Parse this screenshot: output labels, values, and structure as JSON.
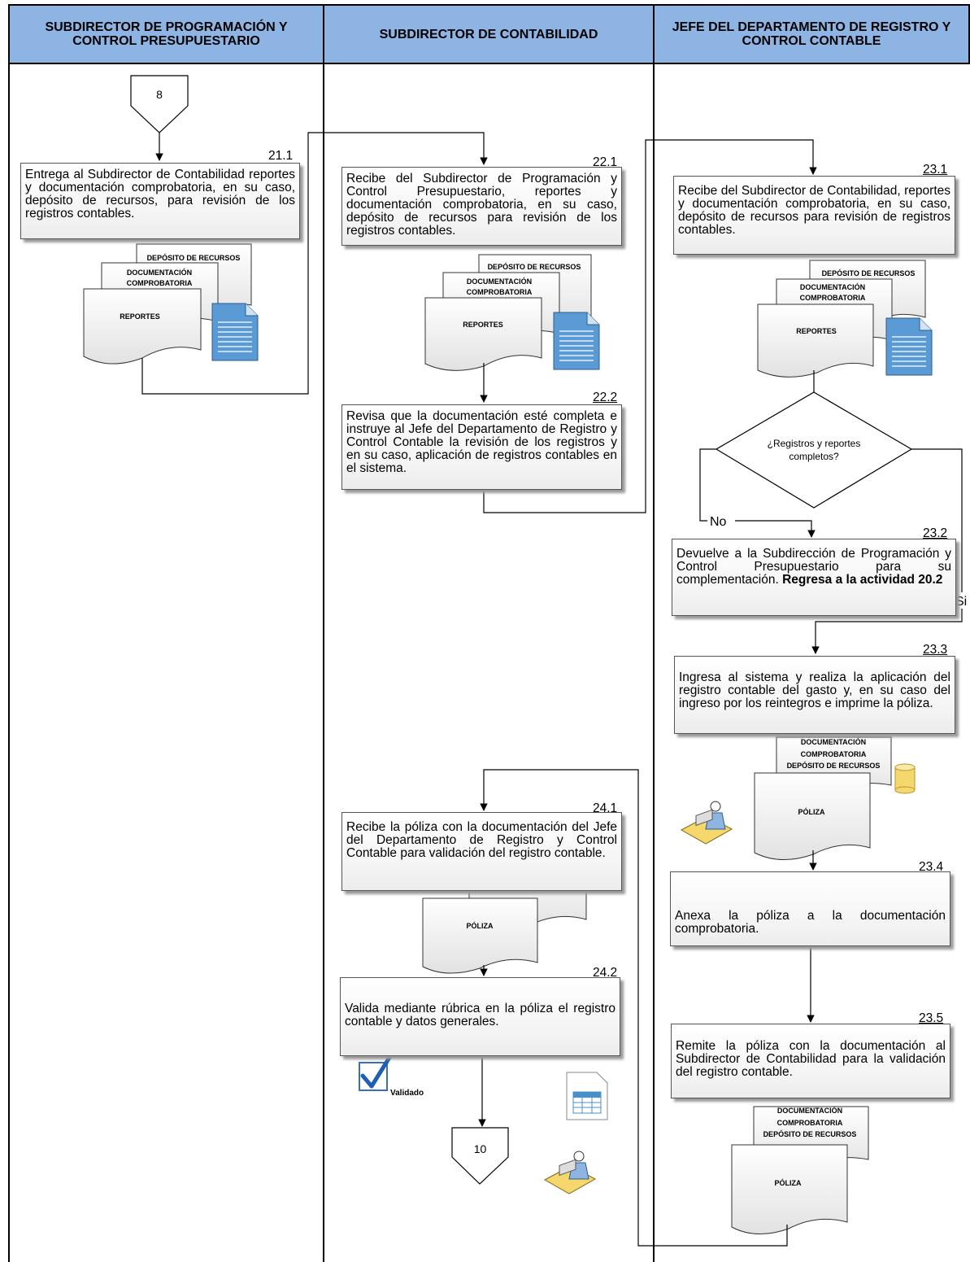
{
  "lanes": [
    {
      "title": "SUBDIRECTOR DE PROGRAMACIÓN Y CONTROL PRESUPUESTARIO"
    },
    {
      "title": "SUBDIRECTOR DE CONTABILIDAD"
    },
    {
      "title": "JEFE DEL DEPARTAMENTO DE REGISTRO Y CONTROL CONTABLE"
    }
  ],
  "connectors": {
    "start": "8",
    "end": "10"
  },
  "steps": {
    "s21_1": {
      "num": "21.1",
      "text": "Entrega al Subdirector de Contabilidad reportes y documentación comprobatoria, en su caso, depósito de recursos, para revisión de los registros contables."
    },
    "s22_1": {
      "num": "22.1",
      "text": "Recibe del Subdirector de Programación y Control Presupuestario, reportes y documentación comprobatoria, en su caso, depósito de recursos para revisión de los registros contables."
    },
    "s22_2": {
      "num": "22.2",
      "text": "Revisa que la documentación esté completa e instruye al Jefe del Departamento de Registro y Control Contable la revisión de los registros y en su caso, aplicación de registros contables en el sistema."
    },
    "s23_1": {
      "num": "23.1",
      "text": "Recibe del Subdirector de Contabilidad, reportes y documentación comprobatoria, en su caso, depósito de recursos para revisión de registros contables."
    },
    "s23_2": {
      "num": "23.2",
      "text": "Devuelve a la Subdirección de Programación y Control Presupuestario para su complementación.",
      "bold": "Regresa a la actividad 20.2"
    },
    "s23_3": {
      "num": "23.3",
      "text": "Ingresa al sistema y realiza la aplicación del registro contable del gasto y, en su caso del ingreso por los reintegros e imprime la póliza."
    },
    "s23_4": {
      "num": "23.4",
      "text": "Anexa la póliza a la documentación comprobatoria."
    },
    "s23_5": {
      "num": "23.5",
      "text": "Remite la póliza con la documentación al Subdirector de Contabilidad para la validación del registro contable."
    },
    "s24_1": {
      "num": "24.1",
      "text": "Recibe la póliza con la documentación del Jefe del Departamento de Registro y Control Contable para validación del registro contable."
    },
    "s24_2": {
      "num": "24.2",
      "text": "Valida mediante rúbrica en la póliza el registro contable y datos generales."
    }
  },
  "decision": {
    "text_line1": "¿Registros y reportes",
    "text_line2": "completos?",
    "no": "No",
    "yes": "Si"
  },
  "documents": {
    "deposito": "DEPÓSITO DE RECURSOS",
    "doc_line1": "DOCUMENTACIÓN",
    "doc_line2": "COMPROBATORIA",
    "reportes": "REPORTES",
    "poliza": "PÓLIZA"
  },
  "icons": {
    "validado": "Validado"
  },
  "colors": {
    "header_bg": "#8db4e2",
    "doc_icon_blue": "#5b9bd5",
    "database_yellow": "#f5d76e"
  }
}
